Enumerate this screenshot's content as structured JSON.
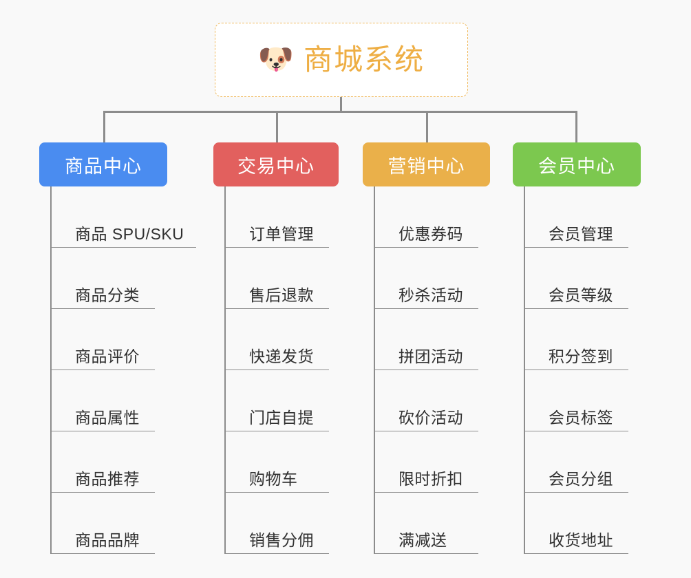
{
  "background_color": "#f9f9f9",
  "root": {
    "icon": "shiba-dog-face-icon",
    "icon_glyph": "🐶",
    "title": "商城系统",
    "color": "#eeae44",
    "border_color": "#f0b95c"
  },
  "columns": [
    {
      "id": "product-center",
      "title": "商品中心",
      "color": "#4a8cf0",
      "items": [
        {
          "label": "商品 SPU/SKU"
        },
        {
          "label": "商品分类"
        },
        {
          "label": "商品评价"
        },
        {
          "label": "商品属性"
        },
        {
          "label": "商品推荐"
        },
        {
          "label": "商品品牌"
        }
      ]
    },
    {
      "id": "trade-center",
      "title": "交易中心",
      "color": "#e2605e",
      "items": [
        {
          "label": "订单管理"
        },
        {
          "label": "售后退款"
        },
        {
          "label": "快递发货"
        },
        {
          "label": "门店自提"
        },
        {
          "label": "购物车"
        },
        {
          "label": "销售分佣"
        }
      ]
    },
    {
      "id": "marketing-center",
      "title": "营销中心",
      "color": "#eab04a",
      "items": [
        {
          "label": "优惠券码"
        },
        {
          "label": "秒杀活动"
        },
        {
          "label": "拼团活动"
        },
        {
          "label": "砍价活动"
        },
        {
          "label": "限时折扣"
        },
        {
          "label": "满减送"
        }
      ]
    },
    {
      "id": "member-center",
      "title": "会员中心",
      "color": "#7cc84f",
      "items": [
        {
          "label": "会员管理"
        },
        {
          "label": "会员等级"
        },
        {
          "label": "积分签到"
        },
        {
          "label": "会员标签"
        },
        {
          "label": "会员分组"
        },
        {
          "label": "收货地址"
        }
      ]
    }
  ]
}
